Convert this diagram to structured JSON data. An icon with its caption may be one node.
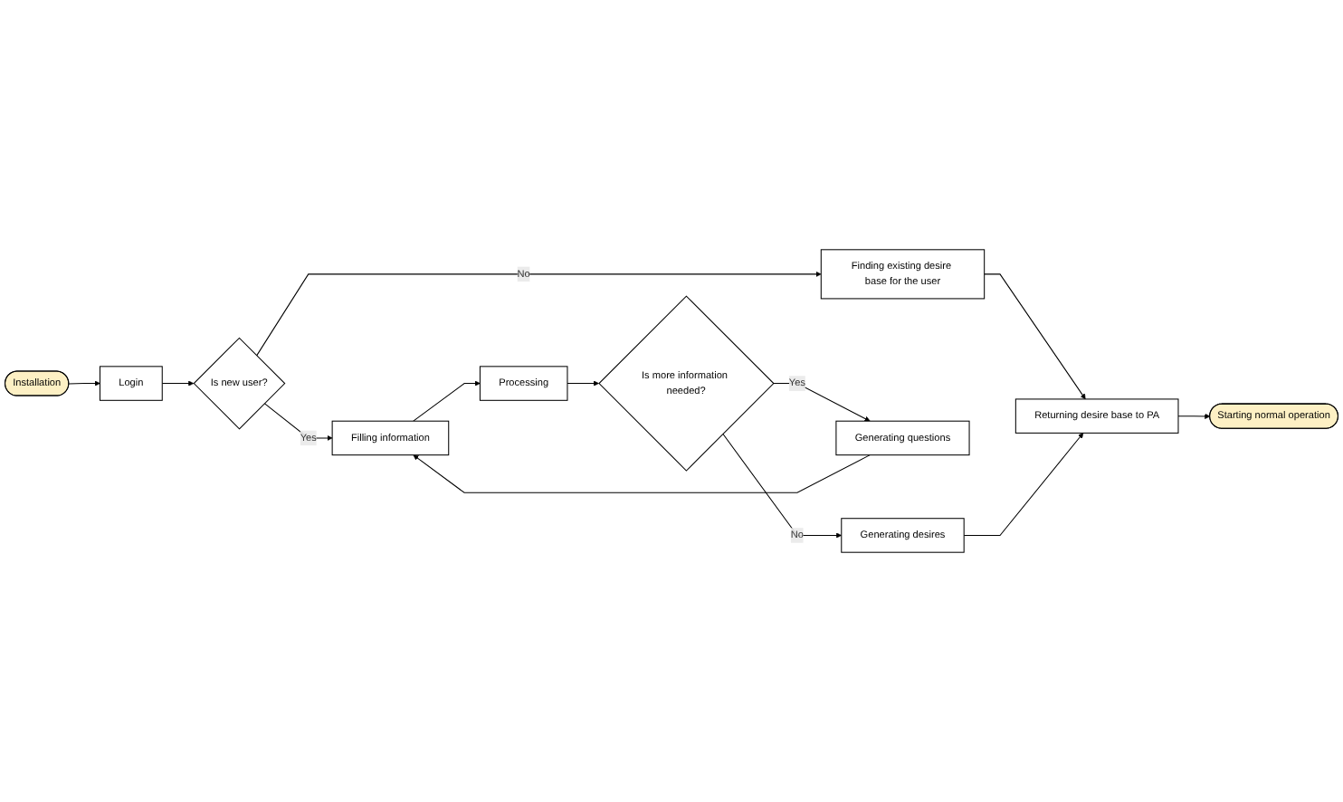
{
  "diagram": {
    "nodes": [
      {
        "text": [
          "Installation"
        ]
      },
      {
        "text": [
          "Login"
        ]
      },
      {
        "text": [
          "Is new user?"
        ]
      },
      {
        "text": [
          "Finding existing desire base for the user"
        ]
      },
      {
        "text": [
          "Filling information"
        ]
      },
      {
        "text": [
          "Generating questions"
        ]
      },
      {
        "text": [
          "Processing"
        ]
      },
      {
        "text": [
          "Returning desire base to PA"
        ]
      },
      {
        "text": [
          "Starting normal operation"
        ]
      },
      {
        "text": [
          "Is more information needed?"
        ]
      },
      {
        "text": [
          "Generating desires"
        ]
      }
    ],
    "edges": [
      {
        "from": 0,
        "to": 1,
        "arrow": "to"
      },
      {
        "from": 1,
        "to": 2,
        "arrow": "to"
      },
      {
        "from": 2,
        "to": 3,
        "label": "No",
        "arrow": "to"
      },
      {
        "from": 2,
        "to": 4,
        "label": "Yes",
        "arrow": "to"
      },
      {
        "from": 3,
        "to": 7,
        "arrow": "to"
      },
      {
        "from": 4,
        "to": 6,
        "arrow": "to"
      },
      {
        "from": 6,
        "to": 9,
        "arrow": "to"
      },
      {
        "from": 9,
        "to": 5,
        "label": "Yes",
        "arrow": "to"
      },
      {
        "from": 5,
        "to": 4,
        "arrow": "to"
      },
      {
        "from": 9,
        "to": 10,
        "label": "No",
        "arrow": "to"
      },
      {
        "from": 10,
        "to": 7,
        "arrow": "to"
      },
      {
        "from": 7,
        "to": 8,
        "arrow": "to"
      }
    ]
  }
}
